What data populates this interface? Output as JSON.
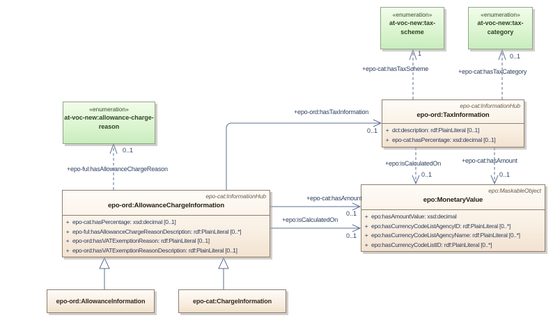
{
  "colors": {
    "connector": "#5C6E92",
    "label_text": "#2D4060",
    "class_fill_top": "#FEFBF7",
    "class_fill_bottom": "#F3E2D0",
    "class_border": "#8E7C6C",
    "enum_fill_top": "#F2FCEA",
    "enum_fill_bottom": "#C8EDBE",
    "enum_border": "#8FA689",
    "enum_text": "#2D4424"
  },
  "enums": [
    {
      "stereotype": "«enumeration»",
      "line1": "at-voc-new:allowance-charge-",
      "line2": "reason"
    },
    {
      "stereotype": "«enumeration»",
      "line1": "at-voc-new:tax-",
      "line2": "scheme"
    },
    {
      "stereotype": "«enumeration»",
      "line1": "at-voc-new:tax-",
      "line2": "category"
    }
  ],
  "classes": [
    {
      "parent": "epo-cat:InformationHub",
      "name": "epo-ord:TaxInformation",
      "attributes": [
        {
          "vis": "+",
          "text": "dct:description: rdf:PlainLiteral [0..1]"
        },
        {
          "vis": "+",
          "text": "epo-cat:hasPercentage: xsd:decimal [0..1]"
        }
      ]
    },
    {
      "parent": "epo-cat:InformationHub",
      "name": "epo-ord:AllowanceChargeInformation",
      "attributes": [
        {
          "vis": "+",
          "text": "epo-cat:hasPercentage: xsd:decimal [0..1]"
        },
        {
          "vis": "+",
          "text": "epo-ful:hasAllowanceChargeReasonDescription: rdf:PlainLiteral [0..*]"
        },
        {
          "vis": "+",
          "text": "epo-ord:hasVATExemptionReason: rdf:PlainLiteral [0..1]"
        },
        {
          "vis": "+",
          "text": "epo-ord:hasVATExemptionReasonDescription: rdf:PlainLiteral [0..1]"
        }
      ]
    },
    {
      "parent": "epo:MaskableObject",
      "name": "epo:MonetaryValue",
      "attributes": [
        {
          "vis": "+",
          "text": "epo:hasAmountValue: xsd:decimal"
        },
        {
          "vis": "+",
          "text": "epo:hasCurrencyCodeListAgencyID: rdf:PlainLiteral [0..*]"
        },
        {
          "vis": "+",
          "text": "epo:hasCurrencyCodeListAgencyName: rdf:PlainLiteral [0..*]"
        },
        {
          "vis": "+",
          "text": "epo:hasCurrencyCodeListID: rdf:PlainLiteral [0..*]"
        }
      ]
    }
  ],
  "simple_classes": [
    {
      "name": "epo-ord:AllowanceInformation"
    },
    {
      "name": "epo-cat:ChargeInformation"
    }
  ],
  "connectors": {
    "hasAllowanceChargeReason": {
      "label": "+epo-ful:hasAllowanceChargeReason",
      "multiplicity": "0..1"
    },
    "hasTaxScheme": {
      "label": "+epo-cat:hasTaxScheme",
      "multiplicity": "1"
    },
    "hasTaxCategory": {
      "label": "+epo-cat:hasTaxCategory",
      "multiplicity": "0..1"
    },
    "hasTaxInformation": {
      "label": "+epo-ord:hasTaxInformation",
      "multiplicity": "0..1"
    },
    "hasAmountHorizontal": {
      "label": "+epo-cat:hasAmount",
      "multiplicity": "0..1"
    },
    "isCalculatedOnHorizontal": {
      "label": "+epo:isCalculatedOn",
      "multiplicity": "0..1"
    },
    "isCalculatedOnVertical": {
      "label": "+epo:isCalculatedOn",
      "multiplicity": "0..1"
    },
    "hasAmountVertical": {
      "label": "+epo-cat:hasAmount",
      "multiplicity": "0..1"
    }
  }
}
